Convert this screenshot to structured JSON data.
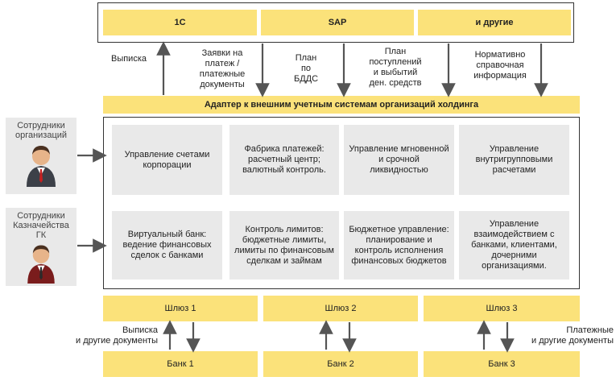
{
  "top_systems": [
    "1С",
    "SAP",
    "и другие"
  ],
  "top_flows": {
    "statement": "Выписка",
    "requests": "Заявки на\nплатеж /\nплатежные\nдокументы",
    "plan_bdds": "План\nпо\nБДДС",
    "plan_flows": "План\nпоступлений\nи выбытий\nден. средств",
    "reference": "Нормативно\nсправочная\nинформация"
  },
  "adapter": "Адаптер к внешним учетным системам организаций холдинга",
  "modules": [
    "Управление счетами\nкорпорации",
    "Фабрика платежей:\nрасчетный центр;\nвалютный контроль.",
    "Управление мгновенной\nи срочной\nликвидностью",
    "Управление\nвнутригрупповыми\nрасчетами",
    "Виртуальный банк:\nведение финансовых\nсделок с банками",
    "Контроль лимитов:\nбюджетные лимиты,\nлимиты по финансовым\nсделкам и займам",
    "Бюджетное управление:\nпланирование и\nконтроль исполнения\nфинансовых бюджетов",
    "Управление\nвзаимодействием с\nбанками, клиентами,\nдочерними\nорганизациями."
  ],
  "people": [
    "Сотрудники\nорганизаций",
    "Сотрудники\nКазначейства\nГК"
  ],
  "gateways": [
    "Шлюз 1",
    "Шлюз 2",
    "Шлюз 3"
  ],
  "banks": [
    "Банк 1",
    "Банк 2",
    "Банк 3"
  ],
  "bottom_flows": {
    "left": "Выписка\nи другие документы",
    "right": "Платежные\nи другие документы"
  },
  "colors": {
    "yellow": "#fbe27a",
    "gray": "#e9e9e9",
    "frame": "#333333",
    "arrow": "#555555"
  }
}
